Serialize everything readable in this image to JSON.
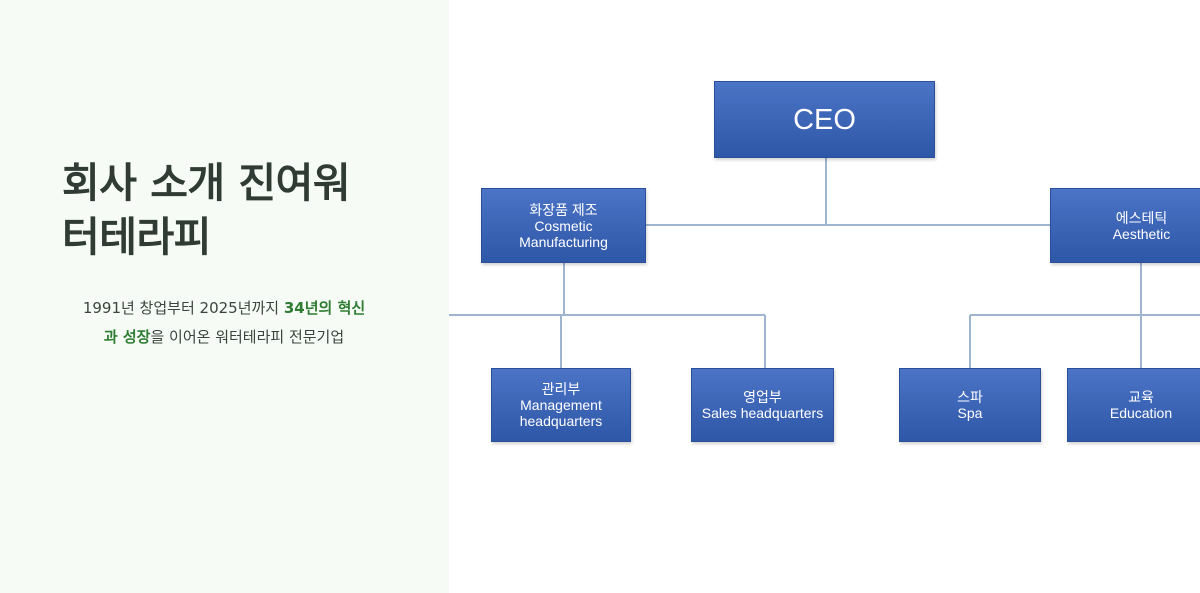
{
  "intro": {
    "title_line1": "회사 소개 진여워",
    "title_line2": "터테라피",
    "tagline_part1": "1991년 창업부터 2025년까지 ",
    "tagline_highlight_a": "34년의 혁신",
    "tagline_highlight_b": "과 성장",
    "tagline_part2": "을 이어온 워터테라피 전문기업"
  },
  "org_chart": {
    "ceo": {
      "label": "CEO"
    },
    "cosmetic": {
      "ko": "화장품 제조",
      "en_line1": "Cosmetic",
      "en_line2": "Manufacturing"
    },
    "aesthetic": {
      "ko": "에스테틱",
      "en": "Aesthetic"
    },
    "management": {
      "ko": "관리부",
      "en_line1": "Management",
      "en_line2": "headquarters"
    },
    "sales": {
      "ko": "영업부",
      "en": "Sales headquarters"
    },
    "spa": {
      "ko": "스파",
      "en": "Spa"
    },
    "education": {
      "ko": "교육",
      "en": "Education"
    }
  },
  "colors": {
    "box_fill": "#3f66b8",
    "connector": "#9fb4cf",
    "highlight": "#2e7d32",
    "left_background": "#f6fbf6"
  }
}
